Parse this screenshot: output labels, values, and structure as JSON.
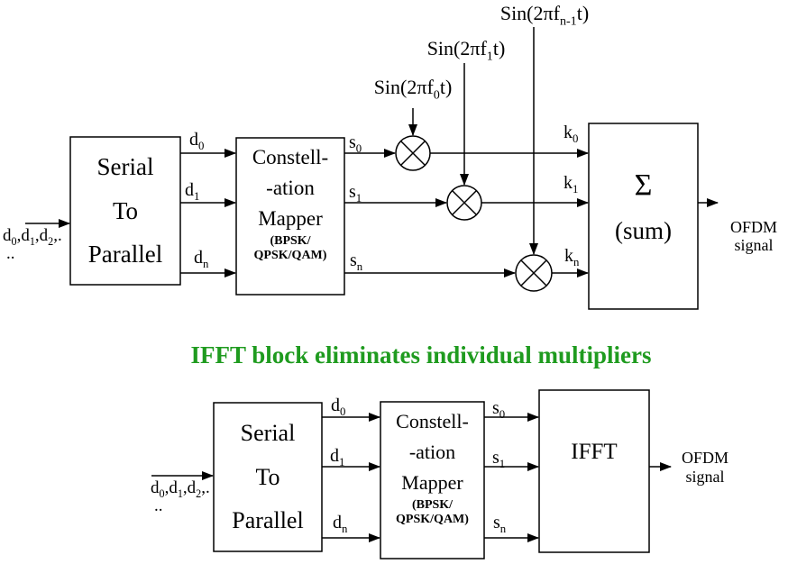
{
  "colors": {
    "line": "#000000",
    "title": "#1f9b1f",
    "background": "#ffffff"
  },
  "title": {
    "text": "IFFT block eliminates individual multipliers"
  },
  "top": {
    "input_line1_parts": [
      {
        "t": "d"
      },
      {
        "s": "0"
      },
      {
        "t": ",d"
      },
      {
        "s": "1"
      },
      {
        "t": ",d"
      },
      {
        "s": "2"
      },
      {
        "t": ",."
      }
    ],
    "input_line2": "..",
    "stp_lines": [
      "Serial",
      "To",
      "Parallel"
    ],
    "mapper_lines": [
      "Constell-",
      "-ation",
      "Mapper"
    ],
    "mapper_sub_lines": [
      "(BPSK/",
      "QPSK/QAM)"
    ],
    "d_labels": [
      {
        "parts": [
          {
            "t": "d"
          },
          {
            "s": "0"
          }
        ]
      },
      {
        "parts": [
          {
            "t": "d"
          },
          {
            "s": "1"
          }
        ]
      },
      {
        "parts": [
          {
            "t": "d"
          },
          {
            "s": "n"
          }
        ]
      }
    ],
    "s_labels": [
      {
        "parts": [
          {
            "t": "s"
          },
          {
            "s": "0"
          }
        ]
      },
      {
        "parts": [
          {
            "t": "s"
          },
          {
            "s": "1"
          }
        ]
      },
      {
        "parts": [
          {
            "t": "s"
          },
          {
            "s": "n"
          }
        ]
      }
    ],
    "k_labels": [
      {
        "parts": [
          {
            "t": "k"
          },
          {
            "s": "0"
          }
        ]
      },
      {
        "parts": [
          {
            "t": "k"
          },
          {
            "s": "1"
          }
        ]
      },
      {
        "parts": [
          {
            "t": "k"
          },
          {
            "s": "n"
          }
        ]
      }
    ],
    "sin_labels": [
      {
        "parts": [
          {
            "t": "Sin(2πf"
          },
          {
            "s": "0"
          },
          {
            "t": "t)"
          }
        ]
      },
      {
        "parts": [
          {
            "t": "Sin(2πf"
          },
          {
            "s": "1"
          },
          {
            "t": "t)"
          }
        ]
      },
      {
        "parts": [
          {
            "t": "Sin(2πf"
          },
          {
            "s": "n-1"
          },
          {
            "t": "t)"
          }
        ]
      }
    ],
    "sum_sigma": "Σ",
    "sum_caption": "(sum)",
    "output_line1": "OFDM",
    "output_line2": "signal"
  },
  "bottom": {
    "input_line1_parts": [
      {
        "t": "d"
      },
      {
        "s": "0"
      },
      {
        "t": ",d"
      },
      {
        "s": "1"
      },
      {
        "t": ",d"
      },
      {
        "s": "2"
      },
      {
        "t": ",."
      }
    ],
    "input_line2": "..",
    "stp_lines": [
      "Serial",
      "To",
      "Parallel"
    ],
    "mapper_lines": [
      "Constell-",
      "-ation",
      "Mapper"
    ],
    "mapper_sub_lines": [
      "(BPSK/",
      "QPSK/QAM)"
    ],
    "d_labels": [
      {
        "parts": [
          {
            "t": "d"
          },
          {
            "s": "0"
          }
        ]
      },
      {
        "parts": [
          {
            "t": "d"
          },
          {
            "s": "1"
          }
        ]
      },
      {
        "parts": [
          {
            "t": "d"
          },
          {
            "s": "n"
          }
        ]
      }
    ],
    "s_labels": [
      {
        "parts": [
          {
            "t": "s"
          },
          {
            "s": "0"
          }
        ]
      },
      {
        "parts": [
          {
            "t": "s"
          },
          {
            "s": "1"
          }
        ]
      },
      {
        "parts": [
          {
            "t": "s"
          },
          {
            "s": "n"
          }
        ]
      }
    ],
    "ifft_label": "IFFT",
    "output_line1": "OFDM",
    "output_line2": "signal"
  }
}
